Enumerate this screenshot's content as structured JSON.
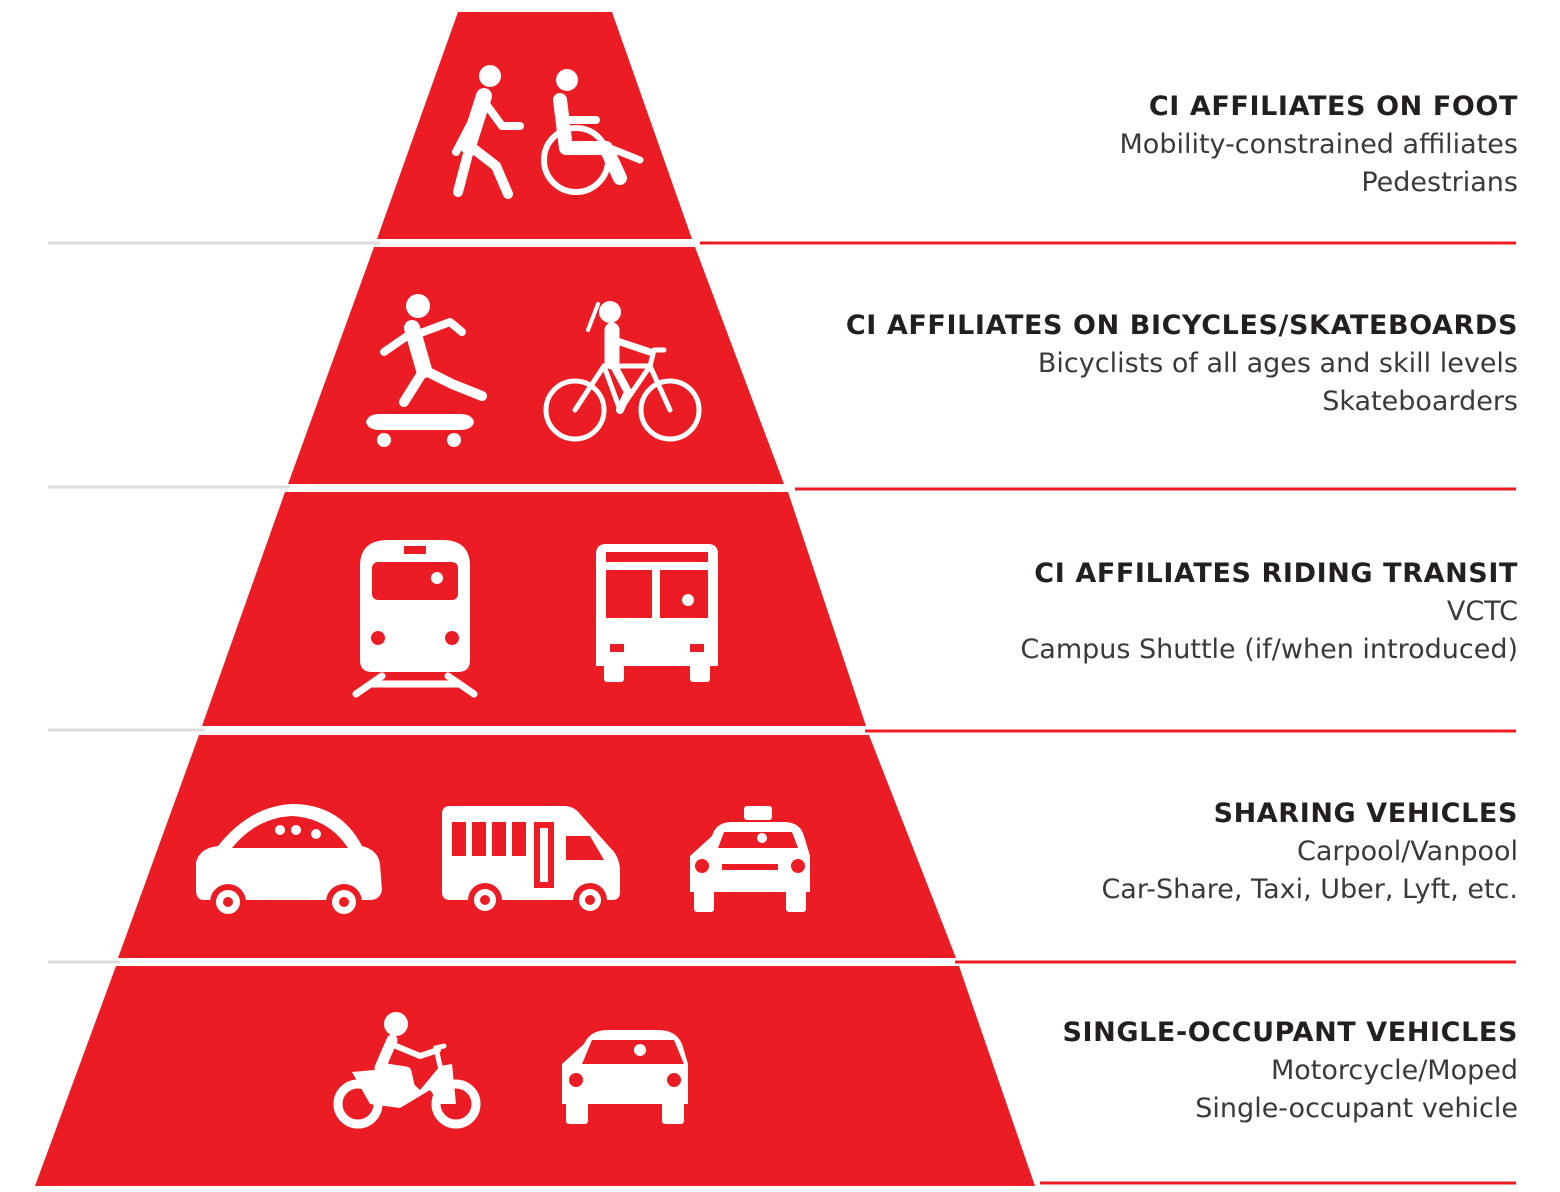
{
  "colors": {
    "pyramid": "#ec1c24",
    "divider_gray": "#dddddd",
    "text": "#231f20"
  },
  "tiers": [
    {
      "title": "CI AFFILIATES ON FOOT",
      "lines": [
        "Mobility-constrained affiliates",
        "Pedestrians"
      ],
      "icons": [
        "pedestrian-icon",
        "wheelchair-icon"
      ]
    },
    {
      "title": "CI AFFILIATES ON BICYCLES/SKATEBOARDS",
      "lines": [
        "Bicyclists of all ages and skill levels",
        "Skateboarders"
      ],
      "icons": [
        "skateboarder-icon",
        "bicyclist-icon"
      ]
    },
    {
      "title": "CI AFFILIATES RIDING TRANSIT",
      "lines": [
        "VCTC",
        "Campus Shuttle (if/when introduced)"
      ],
      "icons": [
        "train-icon",
        "bus-icon"
      ]
    },
    {
      "title": "SHARING VEHICLES",
      "lines": [
        "Carpool/Vanpool",
        "Car-Share, Taxi, Uber, Lyft, etc."
      ],
      "icons": [
        "carpool-icon",
        "van-icon",
        "taxi-icon"
      ]
    },
    {
      "title": "SINGLE-OCCUPANT VEHICLES",
      "lines": [
        "Motorcycle/Moped",
        "Single-occupant vehicle"
      ],
      "icons": [
        "motorcycle-icon",
        "car-icon"
      ]
    }
  ]
}
